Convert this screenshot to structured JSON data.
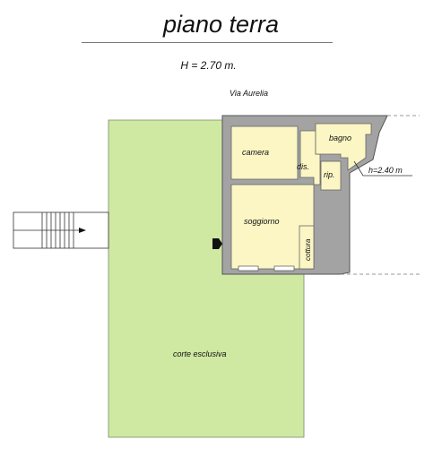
{
  "title": "piano terra",
  "ceiling_height": "H = 2.70 m.",
  "street": "Via Aurelia",
  "rooms": {
    "camera": "camera",
    "bagno": "bagno",
    "dis": "dis.",
    "rip": "rip.",
    "soggiorno": "soggiorno",
    "cottura": "cottura",
    "corte": "corte esclusiva"
  },
  "bagno_height": "h=2.40 m",
  "colors": {
    "garden": "#cfe8a2",
    "rooms": "#fbf6c4",
    "walls": "#9a9a9a",
    "wall_outline": "#555555"
  }
}
